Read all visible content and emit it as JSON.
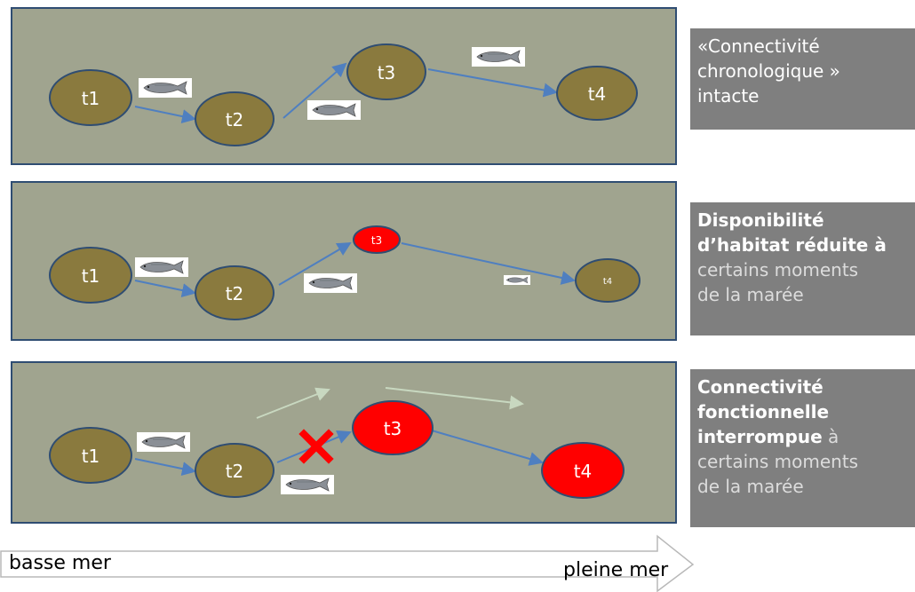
{
  "panels": [
    {
      "nodes": [
        "t1",
        "t2",
        "t3",
        "t4"
      ],
      "caption": {
        "line1": "«Connectivité",
        "line2": "chronologique »",
        "line3": "intacte"
      }
    },
    {
      "nodes": [
        "t1",
        "t2",
        "t3",
        "t4"
      ],
      "caption": {
        "line1": "Disponibilité",
        "line2a": "d’habitat réduite",
        "line2b": " à",
        "line3": "certains moments",
        "line4": "de la marée"
      }
    },
    {
      "nodes": [
        "t1",
        "t2",
        "t3",
        "t4"
      ],
      "caption": {
        "line1": "Connectivité",
        "line2": "fonctionnelle",
        "line3a": "interrompue",
        "line3b": " à",
        "line4": "certains moments",
        "line5": "de la marée"
      }
    }
  ],
  "tide": {
    "low": "basse mer",
    "high": "pleine mer"
  },
  "colors": {
    "node_normal": "#8a7a3e",
    "node_reduced": "#ff0000",
    "panel_bg": "#a0a48f",
    "arrow": "#4f7fc0",
    "panel_border": "#2f4d72"
  },
  "icons": [
    "fish-icon",
    "cross-icon"
  ]
}
